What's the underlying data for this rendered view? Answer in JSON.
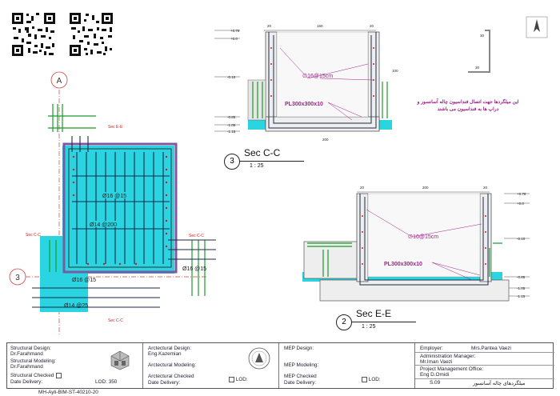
{
  "top_left_marks": {
    "qr1": "qr-code",
    "qr2": "qr-code"
  },
  "plan": {
    "grid_A": "A",
    "grid_3": "3",
    "labels": {
      "rebar_16_15_top": "Ø16 @15",
      "rebar_14_200": "Ø14 @200",
      "rebar_16_15_right": "Ø16 @15",
      "rebar_16_15_bottom": "Ø16 @15",
      "rebar_14_25": "Ø14 @25",
      "sec_e_label": "Sec E-E",
      "sec_c_label": "Sec C-C",
      "sec_c_label_right": "Sec C-C",
      "sec_c_label_bottom": "Sec C-C"
    }
  },
  "section_cc": {
    "number": "3",
    "title": "Sec C-C",
    "scale": "1 : 25",
    "rebar_label": "∅16@15cm",
    "plate_label": "PL300x300x10",
    "levels": [
      "+0.78",
      "+0.0",
      "-0.10",
      "-0.85",
      "-1.05",
      "-1.15"
    ],
    "dims_top": [
      "20",
      "160",
      "20"
    ],
    "dim_bottom": "200",
    "dim_side": "100"
  },
  "section_ee": {
    "number": "2",
    "title": "Sec E-E",
    "scale": "1 : 25",
    "rebar_label": "∅16@15cm",
    "plate_label": "PL300x300x10",
    "levels": [
      "+0.78",
      "+0.0",
      "-0.10",
      "-0.85",
      "-1.05",
      "-1.15"
    ],
    "dims_top": [
      "20",
      "200",
      "20"
    ]
  },
  "detail": {
    "dim_top": "30",
    "dim_bottom": "30",
    "note": "این میلگردها جهت اتصال فنداسیون چاله آسانسور و دراپ ها به فنداسیون می باشند"
  },
  "north_arrow": "compass-icon",
  "title_block": {
    "structural_design_label": "Structural Design:",
    "structural_design_value": "Dr.Farahmand",
    "structural_modeling_label": "Structural Modeling:",
    "structural_modeling_value": "Dr.Farahmand",
    "structural_checked_label": "Structural Checked",
    "date_delivery_label": "Date Delivery:",
    "lod_label": "LOD:",
    "lod_value": "350",
    "arch_design_label": "Arctectural Design:",
    "arch_design_value": "Eng.Kazemian",
    "arch_modeling_label": "Arctectural Modeling:",
    "arch_checked_label": "Arctectural Checked",
    "arch_date_label": "Date Delivery:",
    "arch_lod_label": "LOD:",
    "mep_design_label": "MEP Design:",
    "mep_modeling_label": "MEP Modeling:",
    "mep_checked_label": "MEP Checked",
    "mep_date_label": "Date Delivery:",
    "mep_lod_label": "LOD:",
    "employer_label": "Employer:",
    "employer_value": "Mrs.Pantea Vaezi",
    "admin_label": "Administration Manager:",
    "admin_value": "Mr.Iman Vaezi",
    "pmo_label": "Project Management Office:",
    "pmo_value": "Eng D.Omidi",
    "sheet_no": "S.09",
    "sheet_title": "میلگردهای چاله آسانسور",
    "file_code": "MH-Ayli-BIM-ST-40210-20"
  },
  "colors": {
    "cyan": "#2ad4e0",
    "purple": "#9a7ab8",
    "green": "#1a9a2a",
    "magenta": "#a0208a",
    "red": "#d02020"
  }
}
